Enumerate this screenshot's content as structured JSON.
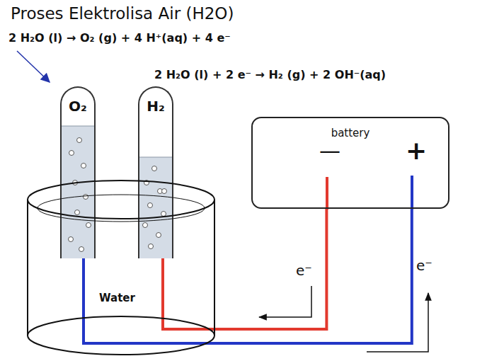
{
  "diagram": {
    "title": "Proses Elektrolisa Air (H2O)",
    "nodes": [
      {
        "text": [
          "O₂"
        ]
      },
      {
        "text": [
          "H₂"
        ]
      },
      {
        "text": [
          "battery",
          "—",
          "+"
        ]
      },
      {
        "text": [
          "Water"
        ]
      }
    ],
    "edges": [
      {
        "from": 2,
        "to": 1,
        "arrow": "none"
      },
      {
        "from": 2,
        "to": 0,
        "arrow": "none"
      }
    ],
    "labels": [
      "2 H₂O (l) → O₂ (g) + 4 H⁺(aq) + 4 e⁻",
      "2 H₂O (l) + 2 e⁻ → H₂ (g) + 2 OH⁻(aq)",
      "e⁻",
      "e⁻"
    ]
  }
}
